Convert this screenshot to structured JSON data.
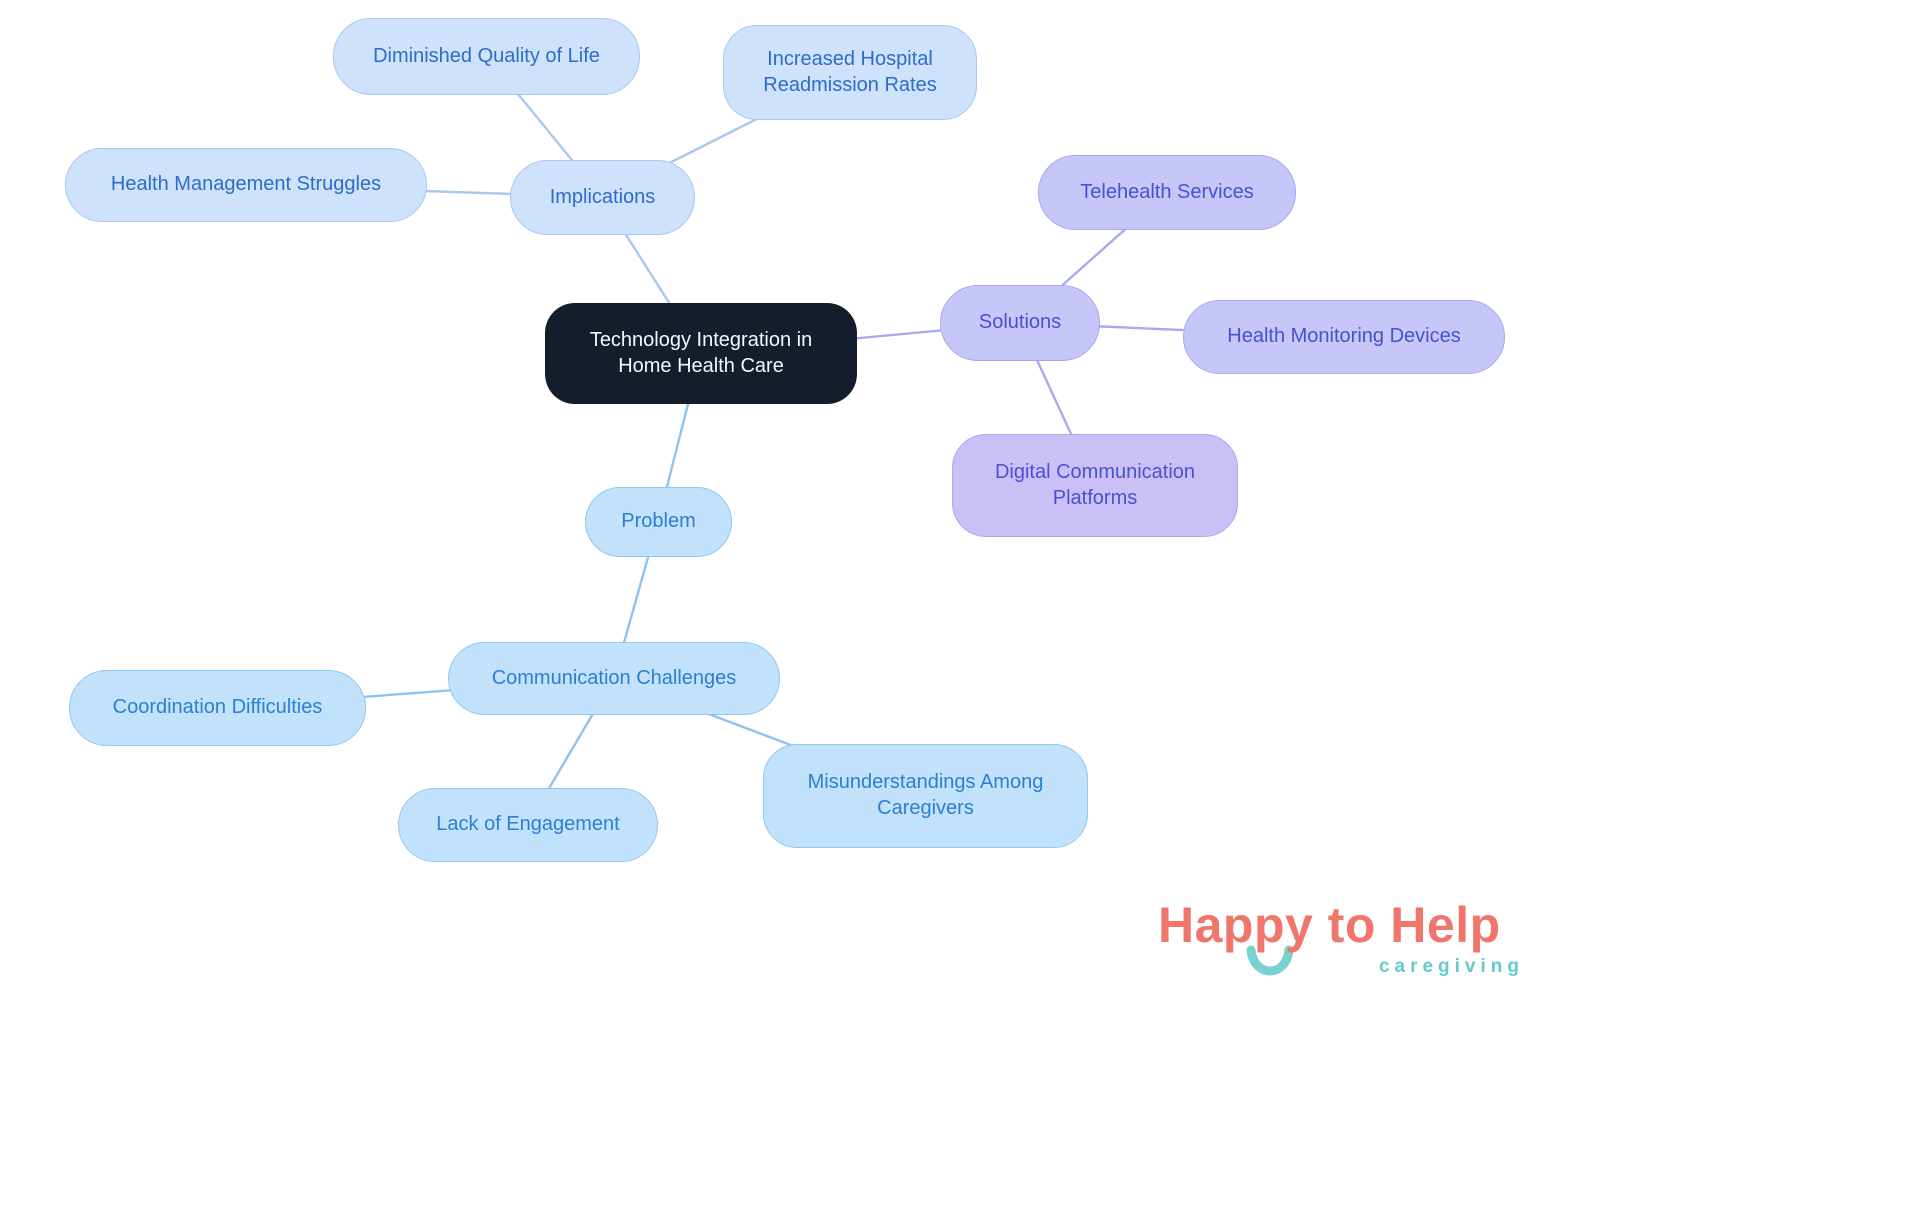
{
  "mindmap": {
    "title": "Technology Integration in Home Health Care mind map",
    "nodes": {
      "center": "Technology Integration in Home Health Care",
      "implications": "Implications",
      "diminished": "Diminished Quality of Life",
      "readmission": "Increased Hospital Readmission Rates",
      "health_mgmt": "Health Management Struggles",
      "solutions": "Solutions",
      "telehealth": "Telehealth Services",
      "monitoring": "Health Monitoring Devices",
      "digital": "Digital Communication Platforms",
      "problem": "Problem",
      "comm": "Communication Challenges",
      "coordination": "Coordination Difficulties",
      "engagement": "Lack of Engagement",
      "misunderstandings": "Misunderstandings Among Caregivers"
    }
  },
  "logo": {
    "brand": "Happy to Help",
    "tagline": "caregiving"
  },
  "colors": {
    "center_bg": "#141d2b",
    "center_text": "#f4f7fb",
    "impl_bg": "#cee2fb",
    "impl_border": "#a9c8f1",
    "impl_text": "#2e6cc9",
    "sol_bg": "#c6c7f8",
    "sol_border": "#a6a8ef",
    "sol_text": "#4a50d2",
    "sol_alt_bg": "#cbc0f6",
    "sol_alt_border": "#b2a4ef",
    "prob_bg": "#c2e1fb",
    "prob_border": "#8fc9f2",
    "prob_text": "#2d7fd2",
    "edge_impl": "#a9c7ef",
    "edge_sol": "#a8aaee",
    "edge_prob": "#8fc3ee",
    "logo_brand": "#f0756b",
    "logo_tagline": "#64cbca",
    "logo_icon": "#79d2d1"
  }
}
